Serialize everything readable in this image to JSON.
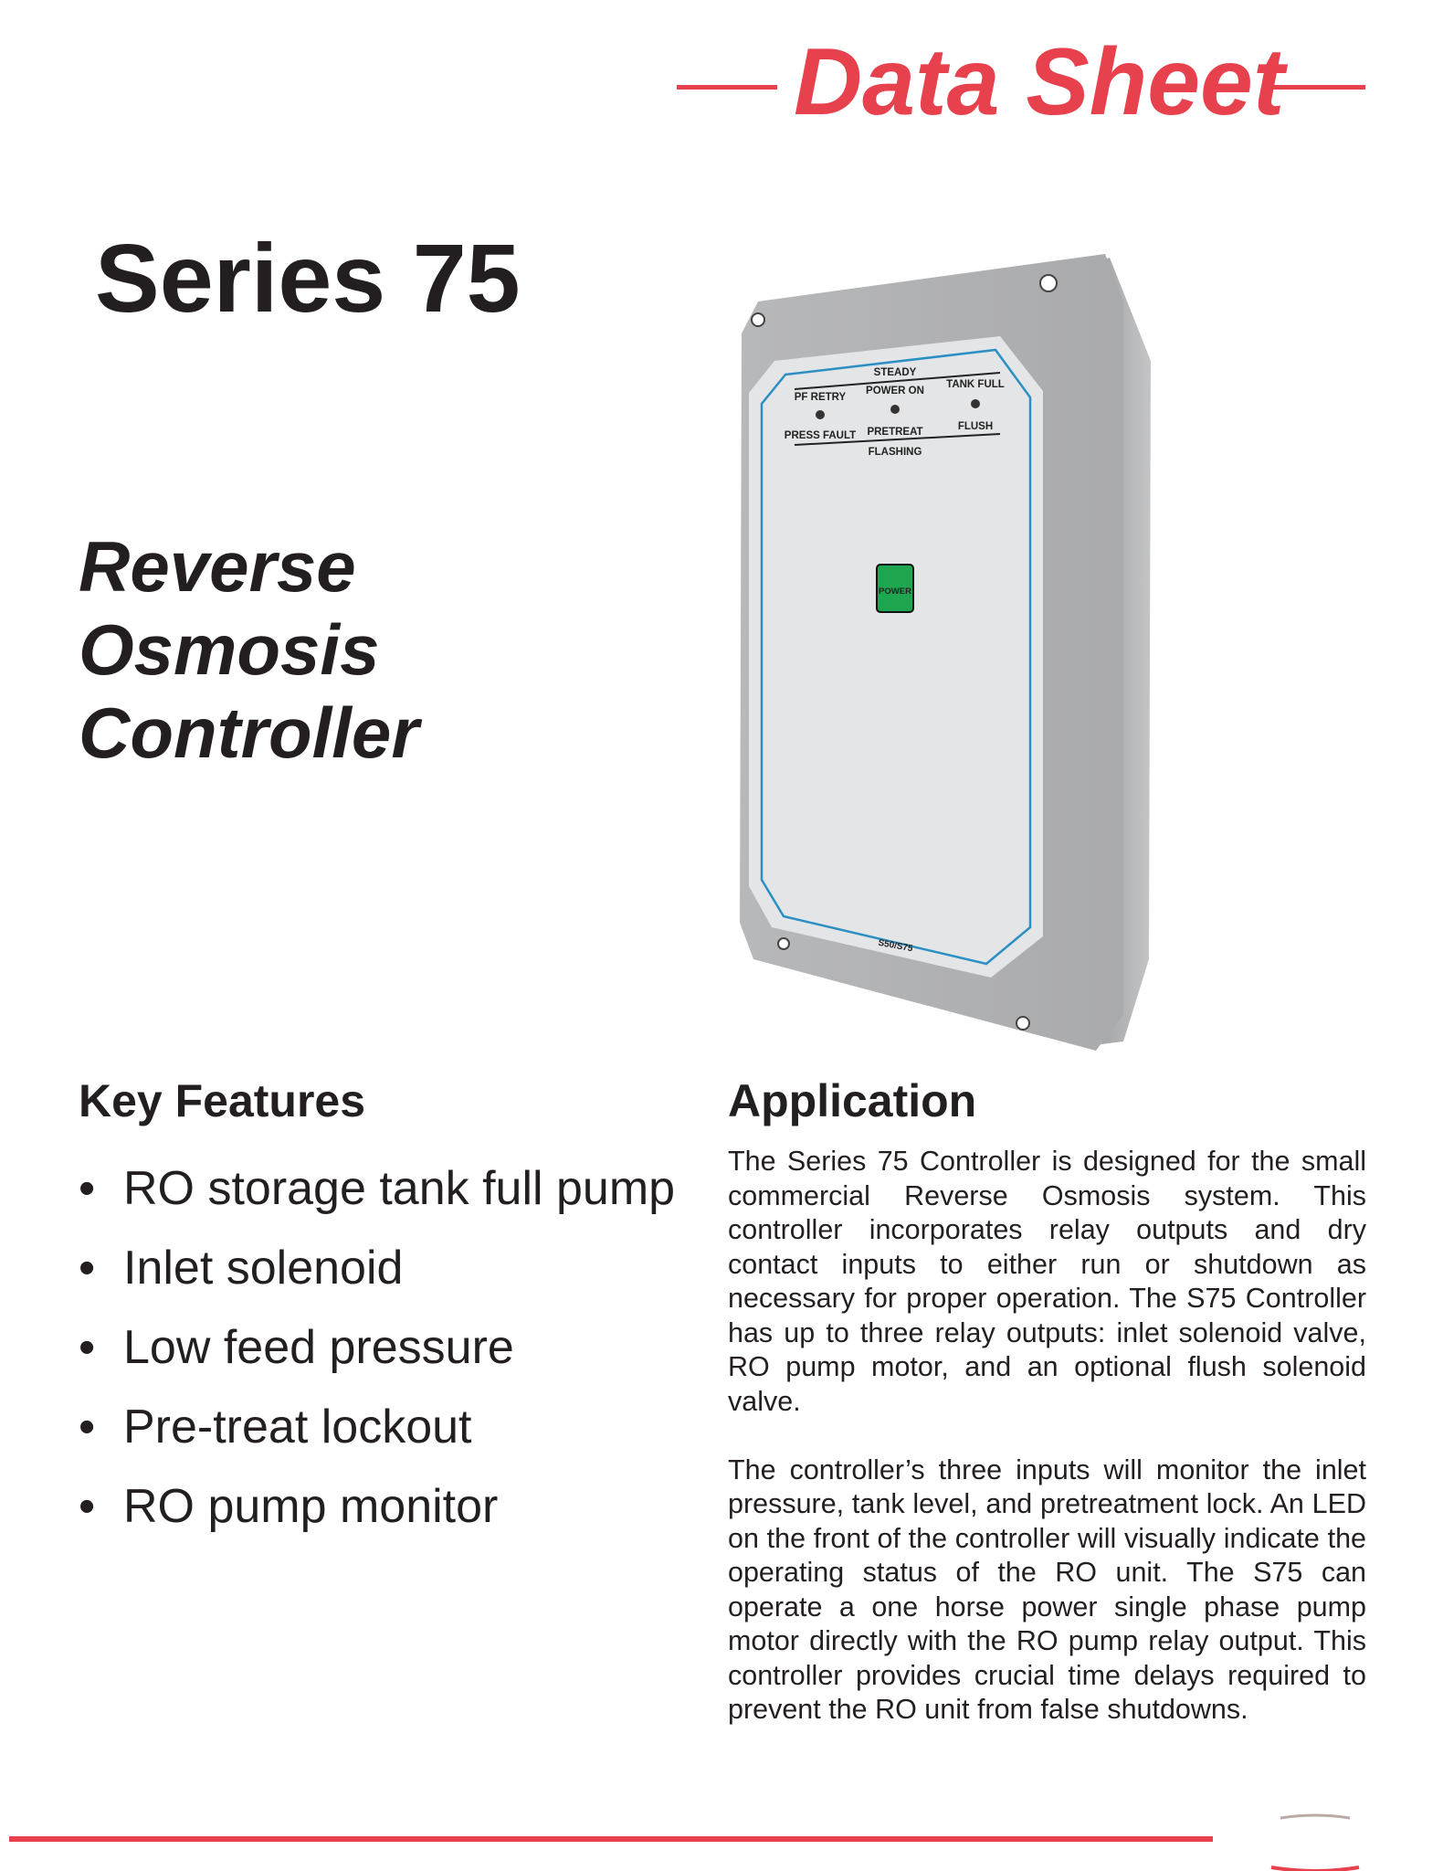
{
  "header": {
    "title": "Data Sheet",
    "accent": "#e8414e"
  },
  "product": {
    "series": "Series 75",
    "subtitle": [
      "Reverse",
      "Osmosis",
      "Controller"
    ]
  },
  "device_panel": {
    "steady": "STEADY",
    "flashing": "FLASHING",
    "top_labels": [
      "PF RETRY",
      "POWER ON",
      "TANK FULL"
    ],
    "bottom_labels": [
      "PRESS FAULT",
      "PRETREAT",
      "FLUSH"
    ],
    "power_button": "POWER",
    "model": "S50/S75",
    "power_color": "#1fa650",
    "border_color": "#2b8fc4"
  },
  "key_features": {
    "heading": "Key Features",
    "bullet": "•",
    "items": [
      "RO storage tank full pump",
      "Inlet solenoid",
      "Low feed pressure",
      "Pre-treat lockout",
      "RO pump monitor"
    ]
  },
  "application": {
    "heading": "Application",
    "paragraphs": [
      "The Series 75 Controller is designed for the small commercial Reverse Osmosis system. This controller incorporates relay outputs and dry contact inputs to either run or shutdown as necessary for proper operation. The S75 Controller has up to three relay outputs: inlet solenoid valve, RO pump motor, and an optional flush solenoid valve.",
      "The controller’s three inputs will monitor the inlet pressure, tank level, and pretreatment lock. An LED on the front of the controller will visually indicate the operating status of the RO unit. The S75 can operate a one horse power single phase pump motor directly with the RO pump relay output. This controller provides crucial time delays required to prevent the RO unit from false shutdowns."
    ]
  }
}
